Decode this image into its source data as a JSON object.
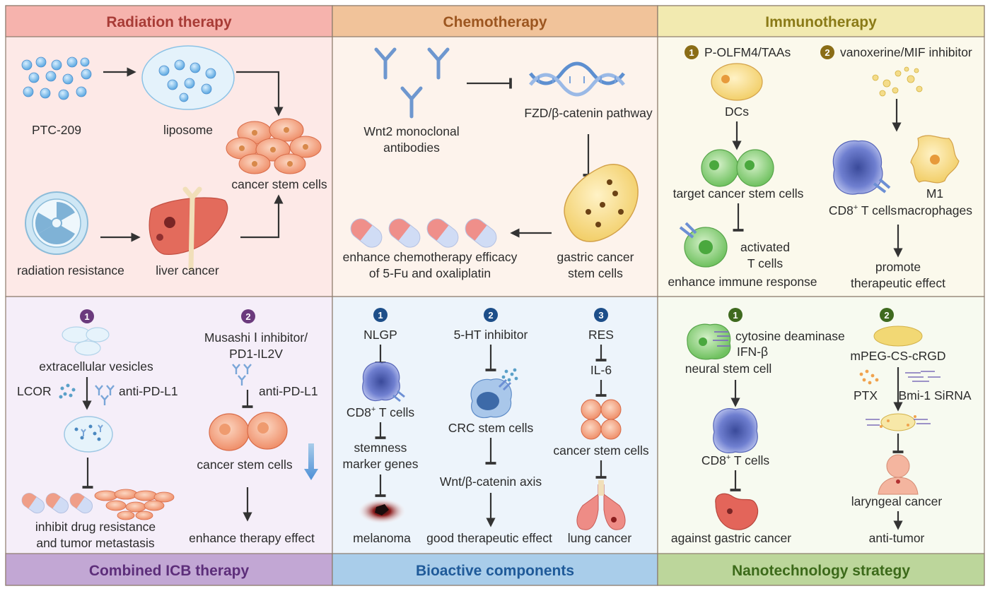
{
  "colors": {
    "radiation_header": "#f6b3ad",
    "radiation_bg": "#fde9e7",
    "radiation_text": "#a83b36",
    "chemo_header": "#f1c39a",
    "chemo_bg": "#fdf3ec",
    "chemo_text": "#9c5620",
    "immuno_header": "#f2eab0",
    "immuno_bg": "#fbf9ec",
    "immuno_text": "#8a7a17",
    "icb_header": "#c2a7d4",
    "icb_bg": "#f5eef9",
    "icb_text": "#5d2e7a",
    "bio_header": "#a9cdea",
    "bio_bg": "#edf4fb",
    "bio_text": "#1f5a99",
    "nano_header": "#bcd69b",
    "nano_bg": "#f7faf0",
    "nano_text": "#3c6a1a",
    "icb_badge": "#6b3a7d",
    "bio_badge": "#1d4e89",
    "nano_badge": "#3f6a1f",
    "immuno_badge": "#8a6d16"
  },
  "icons": [
    "nanoparticle-icon",
    "liposome-icon",
    "radiation-symbol-icon",
    "liver-icon",
    "cancer-cell-cluster-icon",
    "antibody-icon",
    "dna-helix-icon",
    "capsule-icon",
    "gastric-stem-cell-icon",
    "dendritic-cell-icon",
    "t-cell-icon",
    "macrophage-icon",
    "vesicle-icon",
    "melanoma-icon",
    "lung-icon",
    "stomach-icon",
    "head-icon"
  ],
  "radiation": {
    "title": "Radiation therapy",
    "ptc": "PTC-209",
    "liposome": "liposome",
    "csc": "cancer stem cells",
    "resistance": "radiation resistance",
    "liver": "liver cancer"
  },
  "chemo": {
    "title": "Chemotherapy",
    "wnt_1": "Wnt2 monoclonal",
    "wnt_2": "antibodies",
    "fzd": "FZD/β-catenin pathway",
    "efficacy_1": "enhance chemotherapy efficacy",
    "efficacy_2": "of 5-Fu and oxaliplatin",
    "gastric_1": "gastric cancer",
    "gastric_2": "stem cells"
  },
  "immuno": {
    "title": "Immunotherapy",
    "n1": "1",
    "n2": "2",
    "p_olfm4": "P-OLFM4/TAAs",
    "vanox": "vanoxerine/MIF inhibitor",
    "dcs": "DCs",
    "target": "target cancer stem cells",
    "activated_1": "activated",
    "activated_2": "T cells",
    "enhance": "enhance immune response",
    "cd8": "CD8",
    "cd8_sup": "+",
    "cd8_rest": " T cells",
    "m1_1": "M1",
    "m1_2": "macrophages",
    "promote_1": "promote",
    "promote_2": "therapeutic effect"
  },
  "icb": {
    "title": "Combined ICB therapy",
    "n1": "1",
    "n2": "2",
    "ev": "extracellular vesicles",
    "lcor": "LCOR",
    "anti1": "anti-PD-L1",
    "musashi_1": "Musashi Ⅰ inhibitor/",
    "musashi_2": "PD1-IL2V",
    "anti2": "anti-PD-L1",
    "csc": "cancer stem cells",
    "inhibit_1": "inhibit drug resistance",
    "inhibit_2": "and tumor metastasis",
    "enhance": "enhance therapy effect"
  },
  "bio": {
    "title": "Bioactive components",
    "n1": "1",
    "n2": "2",
    "n3": "3",
    "nlgp": "NLGP",
    "cd8": "CD8",
    "cd8_sup": "+",
    "cd8_rest": " T cells",
    "stem_1": "stemness",
    "stem_2": "marker genes",
    "melanoma": "melanoma",
    "ht": "5-HT inhibitor",
    "crc": "CRC stem cells",
    "wnt": "Wnt/β-catenin axis",
    "good": "good therapeutic effect",
    "res": "RES",
    "il6": "IL-6",
    "csc": "cancer stem cells",
    "lung": "lung cancer"
  },
  "nano": {
    "title": "Nanotechnology strategy",
    "n1": "1",
    "n2": "2",
    "cytosine": "cytosine deaminase",
    "ifn": "IFN-β",
    "nsc": "neural stem cell",
    "cd8": "CD8",
    "cd8_sup": "+",
    "cd8_rest": " T cells",
    "gastric": "against gastric cancer",
    "mpeg": "mPEG-CS-cRGD",
    "ptx": "PTX",
    "bmi": "Bmi-1 SiRNA",
    "laryngeal": "laryngeal cancer",
    "anti": "anti-tumor"
  }
}
